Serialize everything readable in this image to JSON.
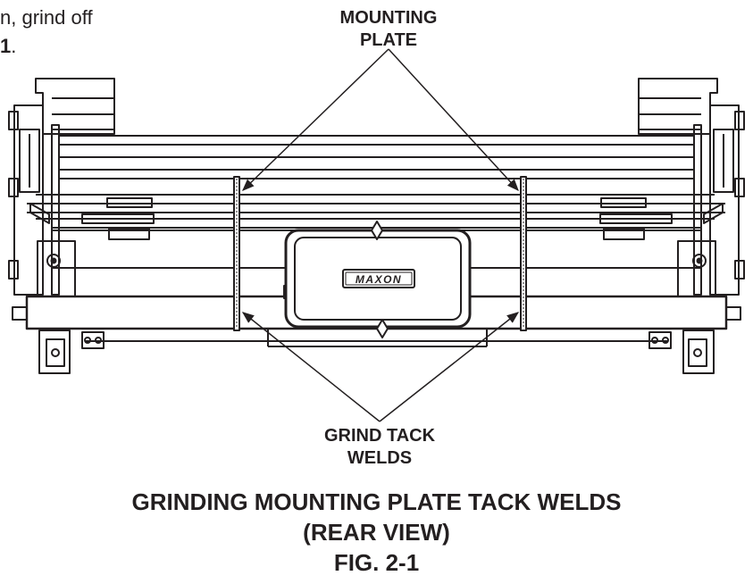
{
  "intro": {
    "line1": "n, grind off",
    "line2_bold": "1",
    "line2_rest": "."
  },
  "callouts": {
    "mounting_plate": [
      "MOUNTING",
      "PLATE"
    ],
    "grind_tack_welds": [
      "GRIND TACK",
      "WELDS"
    ]
  },
  "logo_text": "MAXON",
  "caption": {
    "title": "GRINDING MOUNTING PLATE TACK WELDS",
    "view": "(REAR VIEW)",
    "figure": "FIG. 2-1"
  },
  "colors": {
    "ink": "#231f20",
    "background": "#ffffff"
  }
}
